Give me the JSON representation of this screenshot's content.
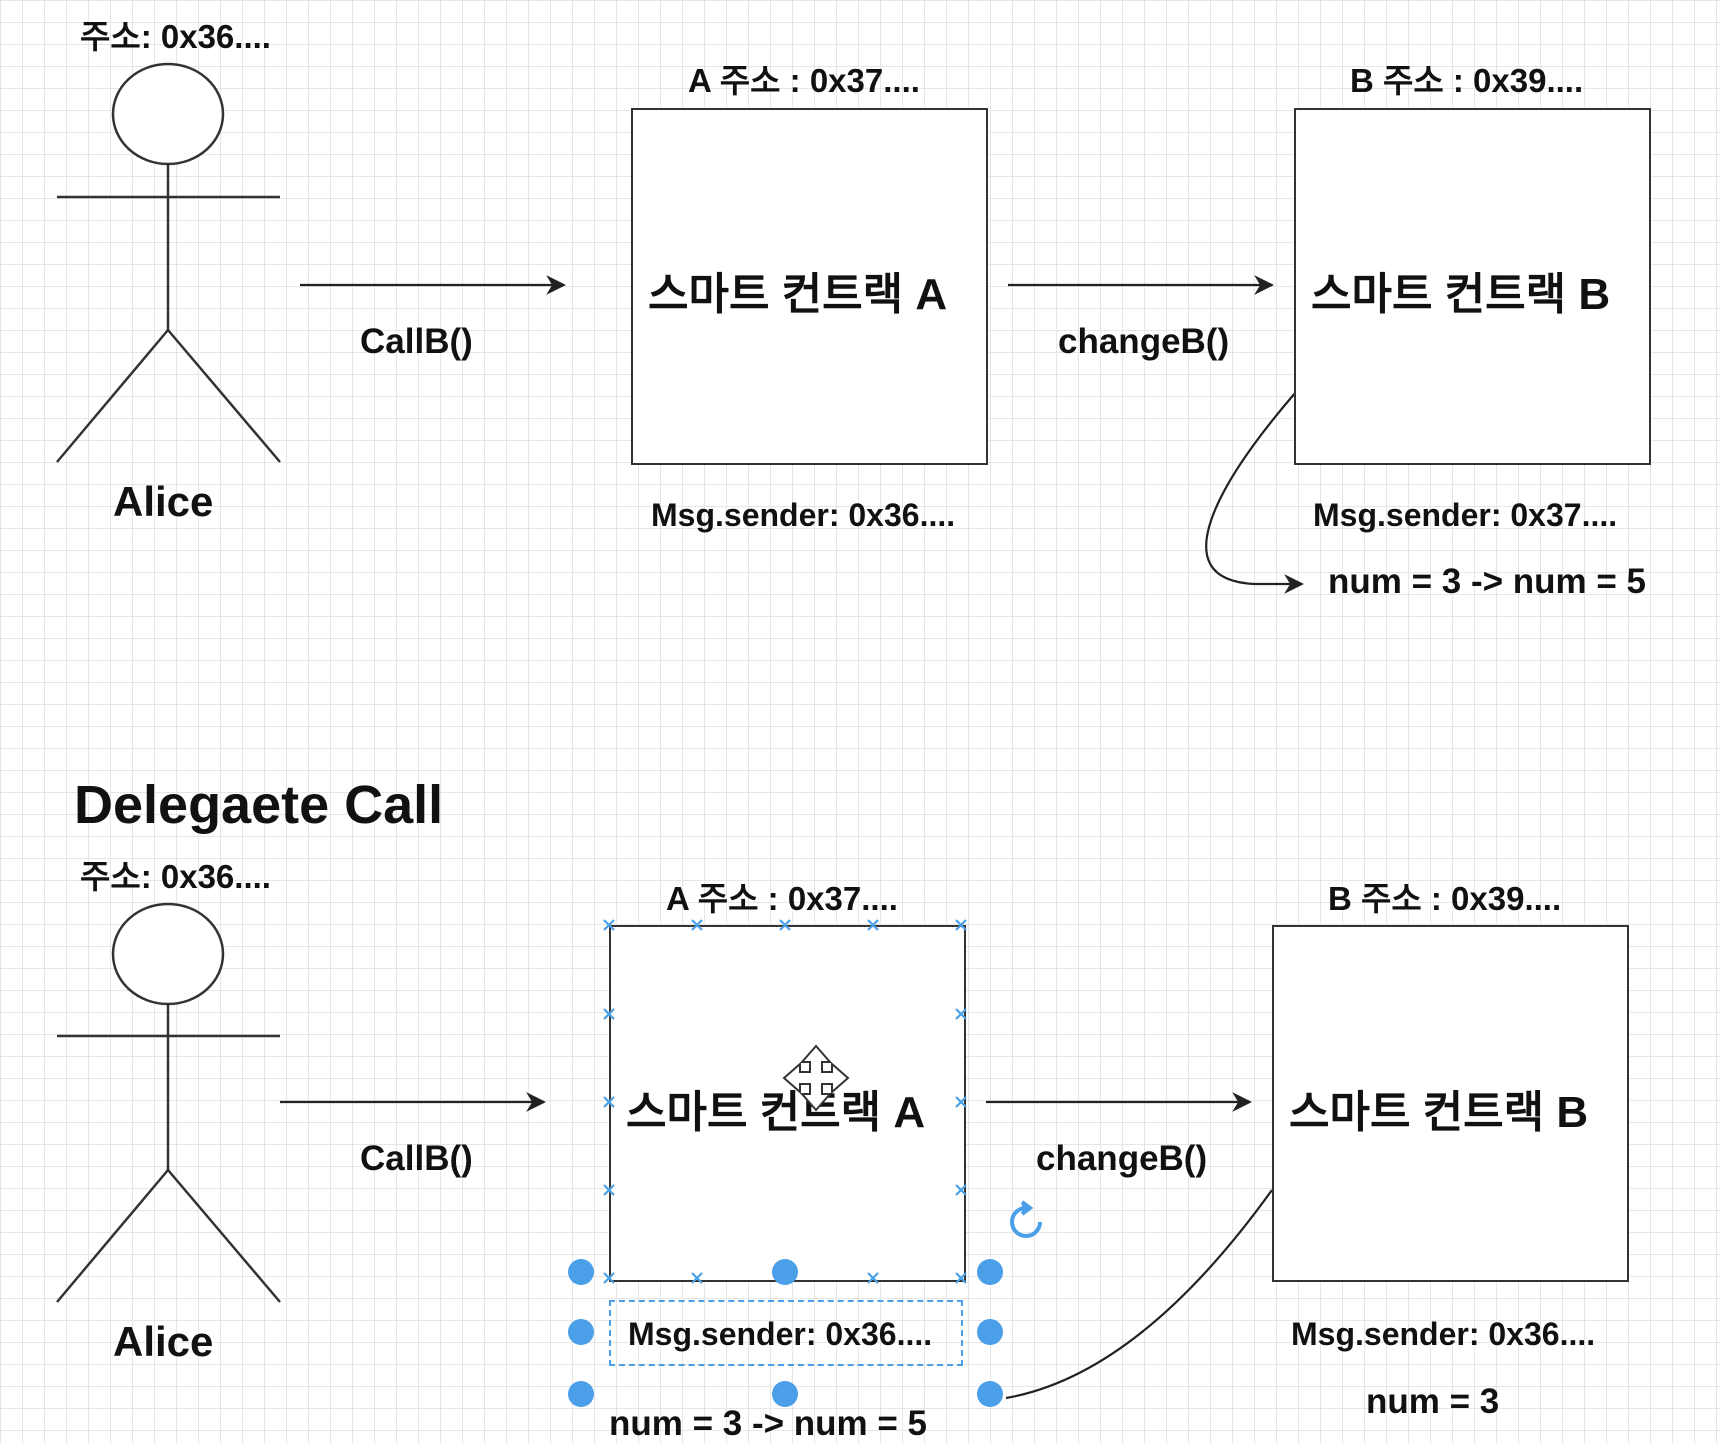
{
  "top": {
    "alice_addr": "주소: 0x36....",
    "alice_name": "Alice",
    "call_b": "CallB()",
    "a_addr": "A 주소 : 0x37....",
    "a_label": "스마트 컨트랙 A",
    "a_sender": "Msg.sender: 0x36....",
    "change_b": "changeB()",
    "b_addr": "B 주소 : 0x39....",
    "b_label": "스마트 컨트랙 B",
    "b_sender": "Msg.sender: 0x37....",
    "b_num": "num = 3 -> num = 5"
  },
  "bottom": {
    "section_title": "Delegaete Call",
    "alice_addr": "주소: 0x36....",
    "alice_name": "Alice",
    "call_b": "CallB()",
    "a_addr": "A 주소 : 0x37....",
    "a_label": "스마트 컨트랙 A",
    "a_sender": "Msg.sender: 0x36....",
    "a_num": "num = 3 -> num = 5",
    "change_b": "changeB()",
    "b_addr": "B 주소 : 0x39....",
    "b_label": "스마트 컨트랙 B",
    "b_sender": "Msg.sender: 0x36....",
    "b_num": "num = 3"
  },
  "colors": {
    "selection": "#4a9fe8",
    "line": "#222222",
    "grid": "#e6e6e6"
  }
}
